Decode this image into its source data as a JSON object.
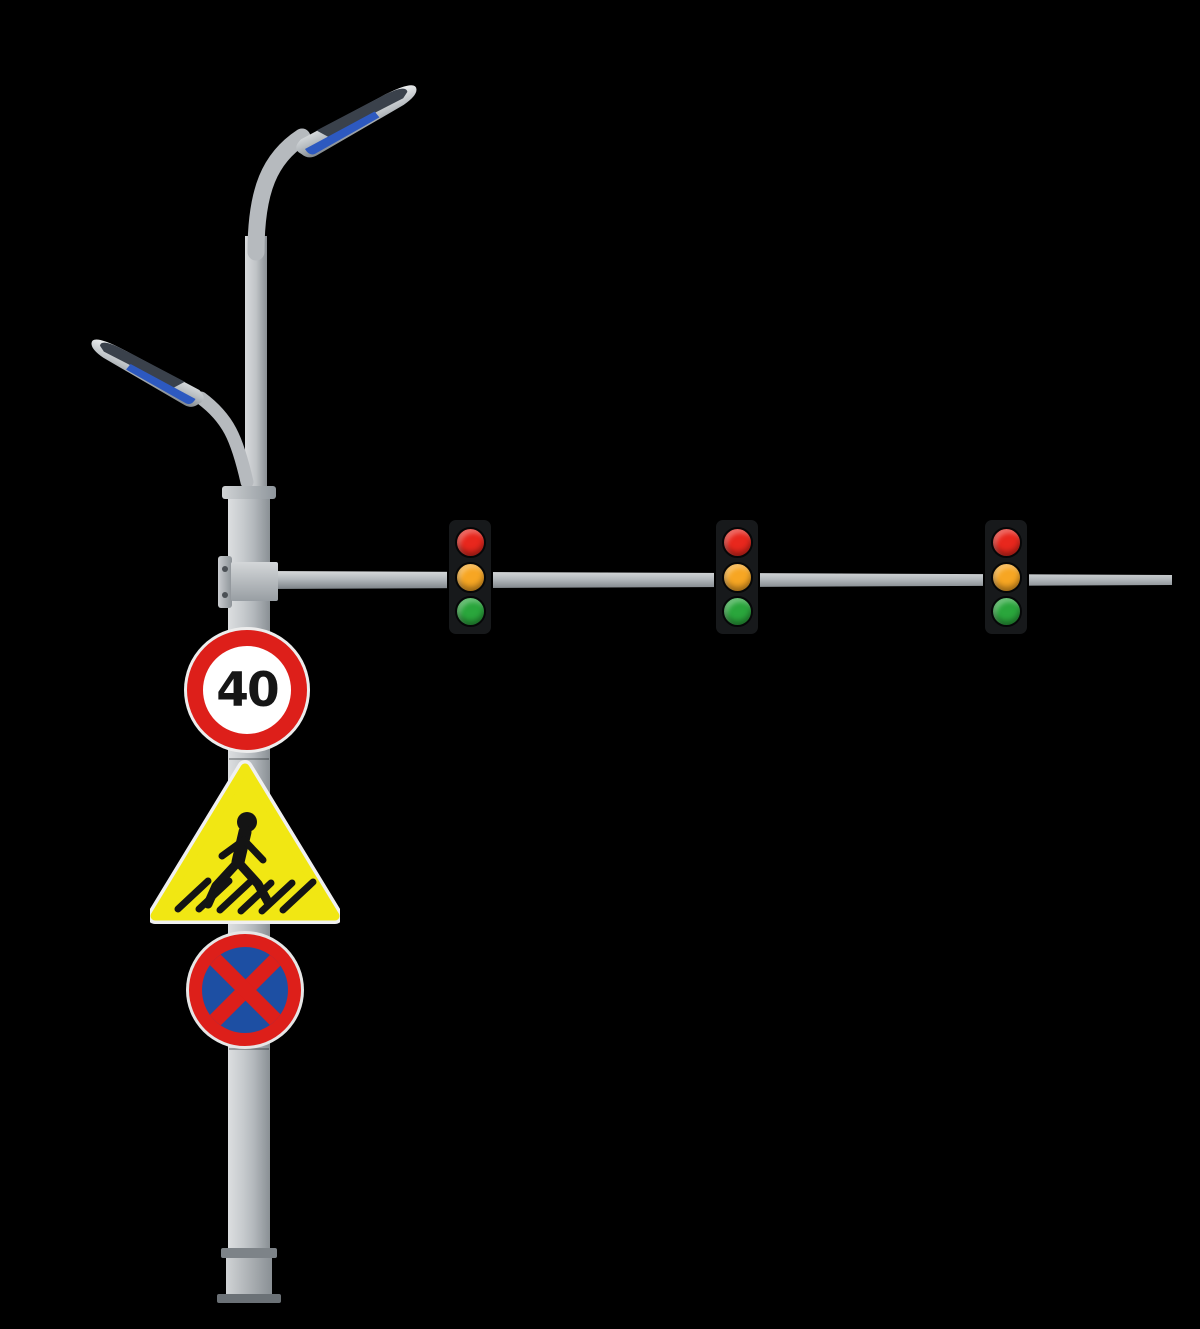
{
  "scene": {
    "description": "Combined street-light and traffic-signal pole with horizontal mast arm, three signal heads and three road signs, on black background",
    "background": "#000000"
  },
  "colors": {
    "bg": "#000000",
    "housing": "#17191b",
    "light-red": "#e8271d",
    "light-amber": "#f7a623",
    "light-green": "#2aa63c",
    "sign-red": "#dd1f1a",
    "sign-blue": "#1d4fa3",
    "sign-yellow": "#f1e713",
    "lamp-blue": "#2d59c0",
    "lamp-canopy": "#3a414b",
    "pole-gray": "#c2c6c9"
  },
  "street_lamps": {
    "count": 2,
    "style": "curved-arm LED lamp heads with dark canopy and blue accent stripe",
    "positions": [
      "top of pole pointing upper-right",
      "mid pole pointing upper-left"
    ]
  },
  "traffic_signals": {
    "head_count": 3,
    "heads": [
      {
        "position": "left",
        "lights": [
          "red",
          "amber",
          "green"
        ]
      },
      {
        "position": "center",
        "lights": [
          "red",
          "amber",
          "green"
        ]
      },
      {
        "position": "right",
        "lights": [
          "red",
          "amber",
          "green"
        ]
      }
    ]
  },
  "signs": {
    "speed_limit": {
      "type": "speed-limit-circle",
      "value": "40"
    },
    "pedestrian_crossing": {
      "type": "pedestrian-crossing-warning-triangle"
    },
    "no_stopping": {
      "type": "no-stopping-circle"
    }
  }
}
